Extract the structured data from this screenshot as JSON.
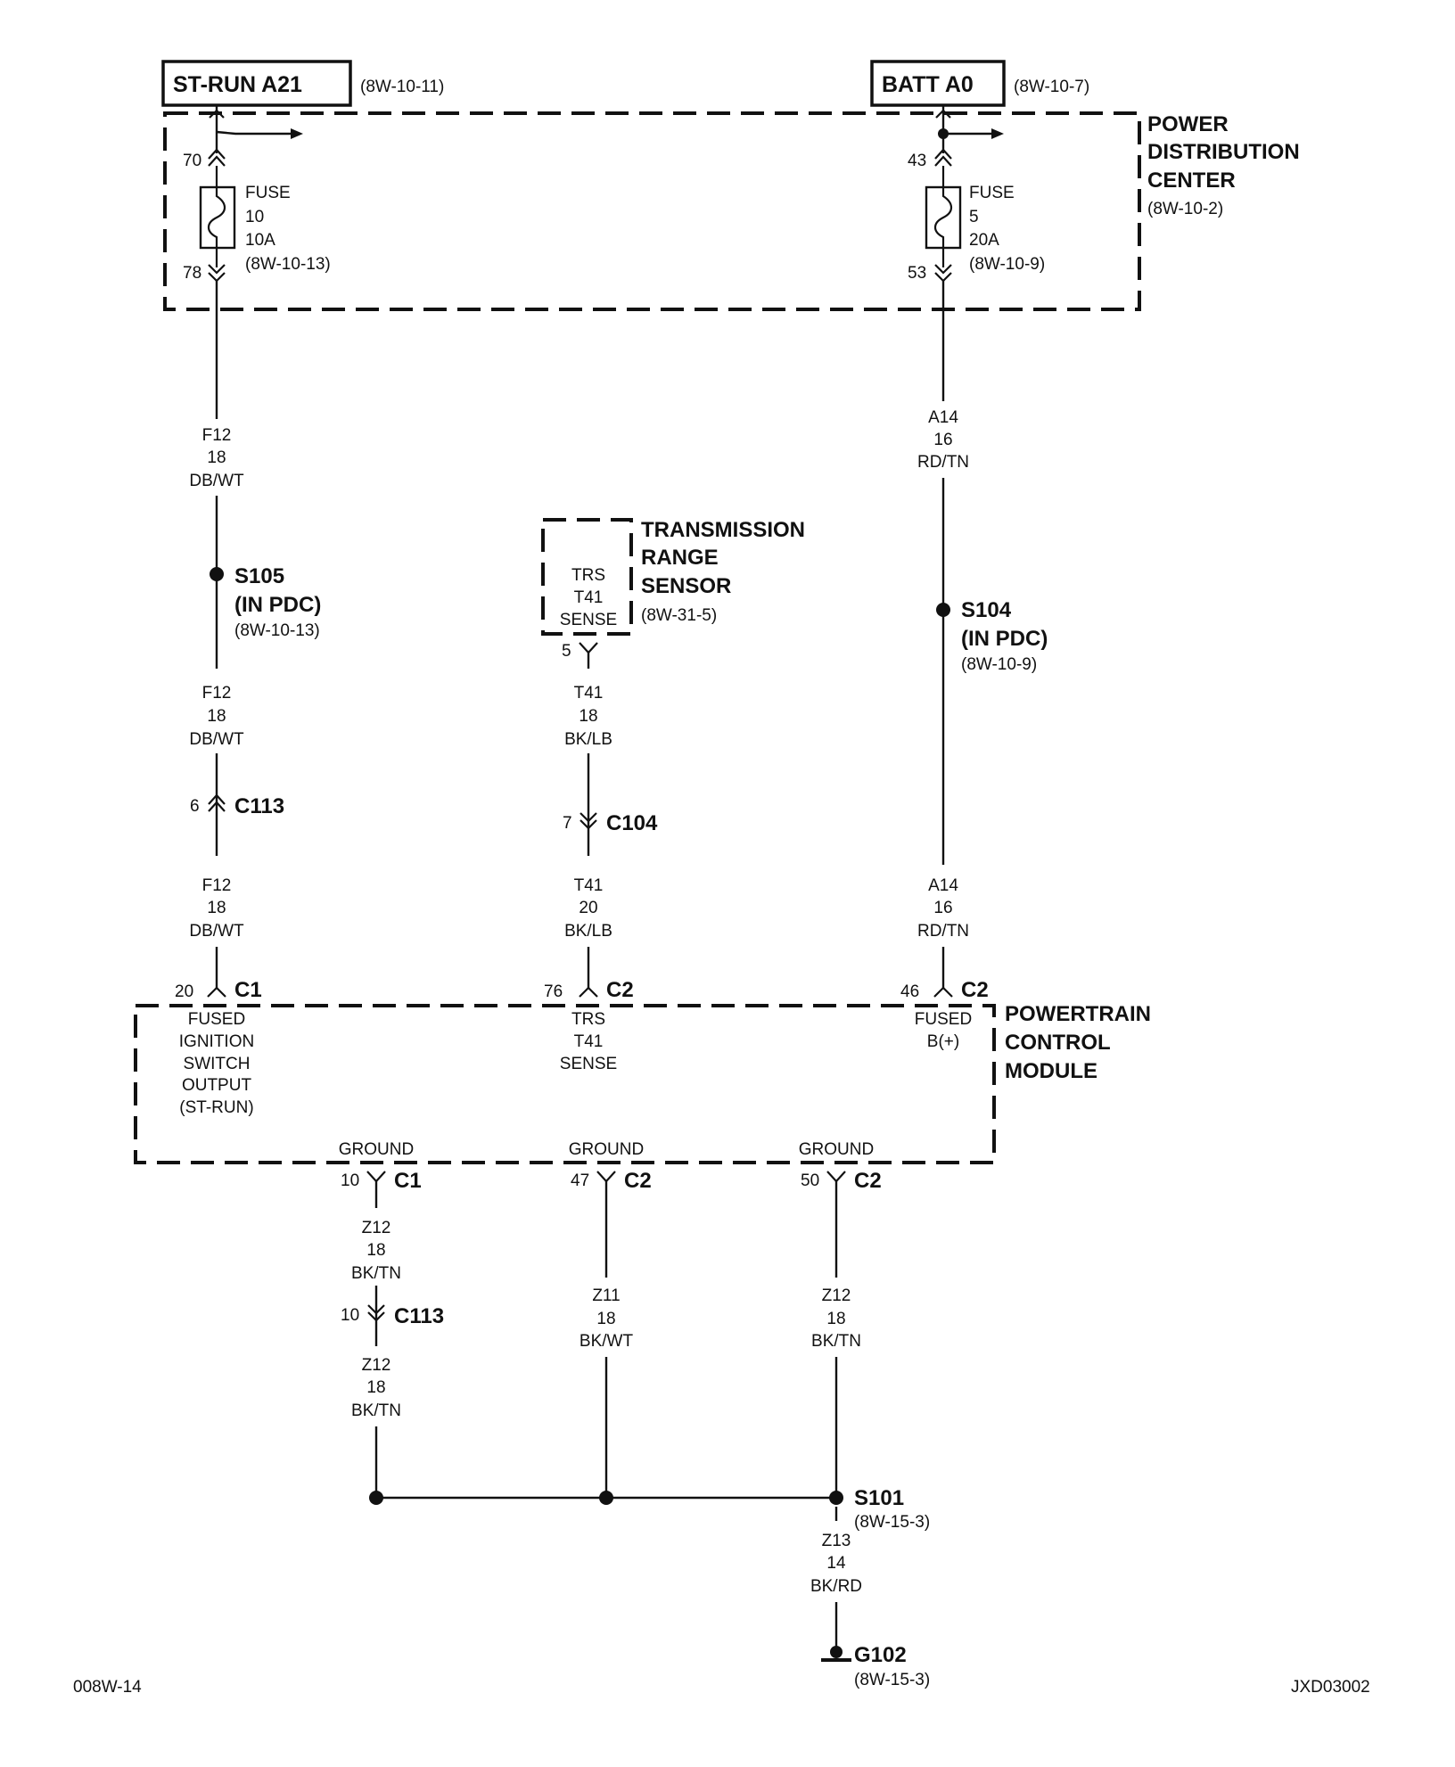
{
  "top_left_box": {
    "label": "ST-RUN A21",
    "ref": "(8W-10-11)"
  },
  "top_right_box": {
    "label": "BATT A0",
    "ref": "(8W-10-7)"
  },
  "pdc": {
    "line1": "POWER",
    "line2": "DISTRIBUTION",
    "line3": "CENTER",
    "ref": "(8W-10-2)"
  },
  "fuse_left": {
    "pin_top": "70",
    "pin_bottom": "78",
    "line1": "FUSE",
    "line2": "10",
    "line3": "10A",
    "ref": "(8W-10-13)"
  },
  "fuse_right": {
    "pin_top": "43",
    "pin_bottom": "53",
    "line1": "FUSE",
    "line2": "5",
    "line3": "20A",
    "ref": "(8W-10-9)"
  },
  "left_wire_1": {
    "circuit": "F12",
    "gauge": "18",
    "color": "DB/WT"
  },
  "left_wire_2": {
    "circuit": "F12",
    "gauge": "18",
    "color": "DB/WT"
  },
  "left_wire_3": {
    "circuit": "F12",
    "gauge": "18",
    "color": "DB/WT"
  },
  "s105": {
    "label": "S105",
    "sub": "(IN PDC)",
    "ref": "(8W-10-13)"
  },
  "c113_upper": {
    "pin": "6",
    "label": "C113"
  },
  "trs": {
    "line1": "TRANSMISSION",
    "line2": "RANGE",
    "line3": "SENSOR",
    "ref": "(8W-31-5)",
    "inner1": "TRS",
    "inner2": "T41",
    "inner3": "SENSE",
    "pin": "5"
  },
  "mid_wire_1": {
    "circuit": "T41",
    "gauge": "18",
    "color": "BK/LB"
  },
  "c104": {
    "pin": "7",
    "label": "C104"
  },
  "mid_wire_2": {
    "circuit": "T41",
    "gauge": "20",
    "color": "BK/LB"
  },
  "right_wire_1": {
    "circuit": "A14",
    "gauge": "16",
    "color": "RD/TN"
  },
  "s104": {
    "label": "S104",
    "sub": "(IN PDC)",
    "ref": "(8W-10-9)"
  },
  "right_wire_2": {
    "circuit": "A14",
    "gauge": "16",
    "color": "RD/TN"
  },
  "pcm": {
    "line1": "POWERTRAIN",
    "line2": "CONTROL",
    "line3": "MODULE"
  },
  "pcm_in_left": {
    "pin": "20",
    "conn": "C1",
    "t1": "FUSED",
    "t2": "IGNITION",
    "t3": "SWITCH",
    "t4": "OUTPUT",
    "t5": "(ST-RUN)"
  },
  "pcm_in_mid": {
    "pin": "76",
    "conn": "C2",
    "t1": "TRS",
    "t2": "T41",
    "t3": "SENSE"
  },
  "pcm_in_right": {
    "pin": "46",
    "conn": "C2",
    "t1": "FUSED",
    "t2": "B(+)"
  },
  "gnd_left": {
    "label": "GROUND",
    "pin": "10",
    "conn": "C1"
  },
  "gnd_mid": {
    "label": "GROUND",
    "pin": "47",
    "conn": "C2"
  },
  "gnd_right": {
    "label": "GROUND",
    "pin": "50",
    "conn": "C2"
  },
  "gl_wire_1": {
    "circuit": "Z12",
    "gauge": "18",
    "color": "BK/TN"
  },
  "c113_lower": {
    "pin": "10",
    "label": "C113"
  },
  "gl_wire_2": {
    "circuit": "Z12",
    "gauge": "18",
    "color": "BK/TN"
  },
  "gm_wire": {
    "circuit": "Z11",
    "gauge": "18",
    "color": "BK/WT"
  },
  "gr_wire": {
    "circuit": "Z12",
    "gauge": "18",
    "color": "BK/TN"
  },
  "s101": {
    "label": "S101",
    "ref": "(8W-15-3)"
  },
  "z13_wire": {
    "circuit": "Z13",
    "gauge": "14",
    "color": "BK/RD"
  },
  "g102": {
    "label": "G102",
    "ref": "(8W-15-3)"
  },
  "footer": {
    "left": "008W-14",
    "right": "JXD03002"
  }
}
